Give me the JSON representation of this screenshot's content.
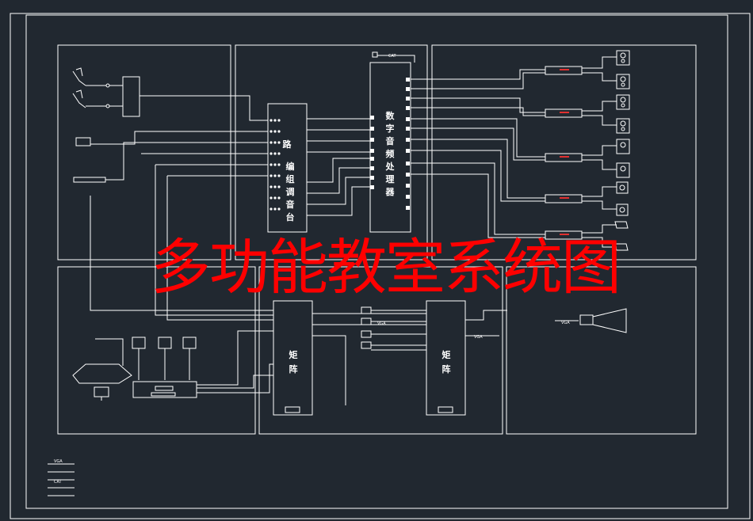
{
  "title": "多功能教室系统图",
  "chars": {
    "lu": "路",
    "bian": "编",
    "zu": "组",
    "tiao": "调",
    "yin": "音",
    "tai": "台",
    "mixer_row": [
      "路",
      "编",
      "组",
      "调",
      "音",
      "台"
    ],
    "dsp_row": [
      "数",
      "字",
      "音",
      "频",
      "处",
      "理",
      "器"
    ],
    "matrix": [
      "矩",
      "阵"
    ]
  },
  "labels": {
    "cat_top": "CAT",
    "vga_projector": "VGA",
    "vga_out": "VGA",
    "laptop_vga": "VGA",
    "legend_vga": "VGA",
    "legend_cat": "CAT"
  },
  "colors": {
    "background": "#212830",
    "line": "#ffffff",
    "title": "#ff0000",
    "accent_red": "#e03030"
  }
}
